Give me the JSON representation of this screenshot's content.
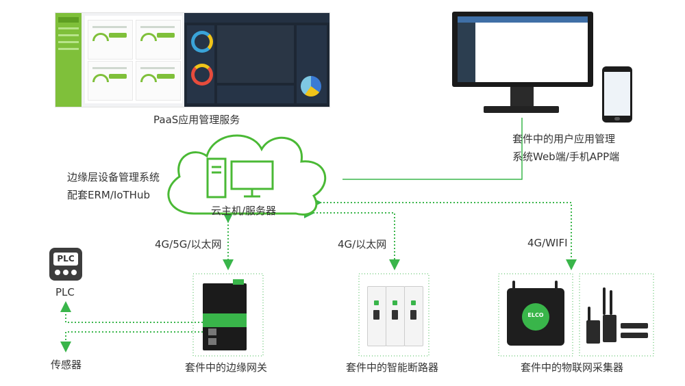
{
  "labels": {
    "paas": "PaaS应用管理服务",
    "user_app_line1": "套件中的用户应用管理",
    "user_app_line2": "系统Web端/手机APP端",
    "edge_line1": "边缘层设备管理系统",
    "edge_line2": "配套ERM/IoTHub",
    "cloud": "云主机/服务器",
    "link_gateway": "4G/5G/以太网",
    "link_breaker": "4G/以太网",
    "link_collector": "4G/WIFI",
    "plc_device": "PLC",
    "plc_caption": "PLC",
    "sensor": "传感器",
    "gateway": "套件中的边缘网关",
    "breaker": "套件中的智能断路器",
    "collector": "套件中的物联网采集器",
    "collector_brand": "ELCO"
  },
  "colors": {
    "green": "#39b54a",
    "cloud_green": "#4ab935",
    "text": "#333333"
  },
  "icons": {
    "cloud": "cloud-icon",
    "server": "server-tower-icon",
    "monitor": "monitor-icon",
    "phone": "mobile-phone-icon",
    "plc": "plc-icon"
  }
}
